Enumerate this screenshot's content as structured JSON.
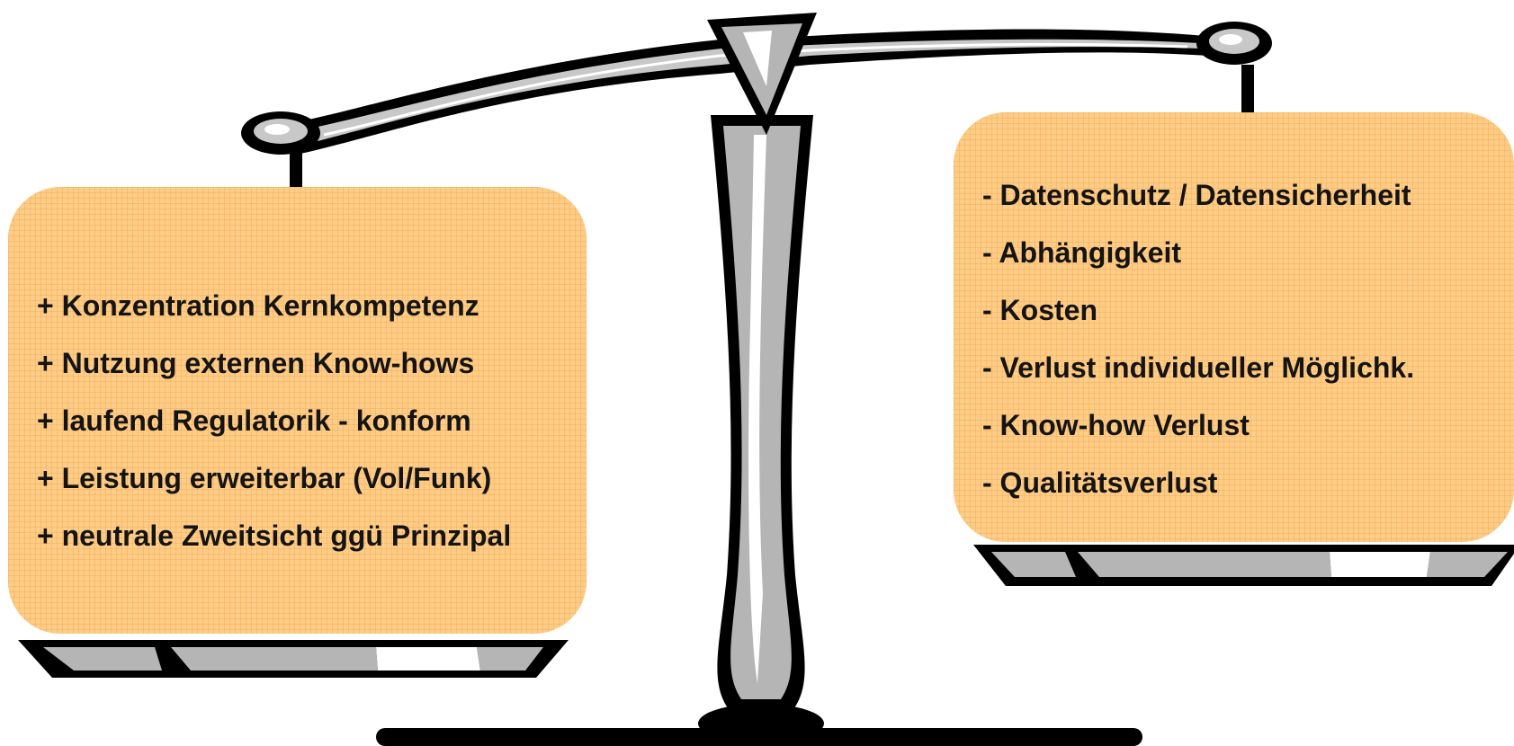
{
  "pros": {
    "items": [
      "+ Konzentration Kernkompetenz",
      "+ Nutzung externen Know-hows",
      "+ laufend Regulatorik - konform",
      "+ Leistung erweiterbar (Vol/Funk)",
      "+ neutrale Zweitsicht ggü Prinzipal"
    ]
  },
  "cons": {
    "items": [
      "- Datenschutz / Datensicherheit",
      "- Abhängigkeit",
      "- Kosten",
      "- Verlust individueller Möglichk.",
      "- Know-how Verlust",
      "- Qualitätsverlust"
    ]
  },
  "colors": {
    "box_fill": "#fdcc86",
    "box_grid": "#f0a046",
    "scale_outline": "#000000",
    "scale_metal": "#b5b5b5",
    "scale_highlight": "#ffffff"
  },
  "icons": [
    "balance-scale-icon"
  ]
}
